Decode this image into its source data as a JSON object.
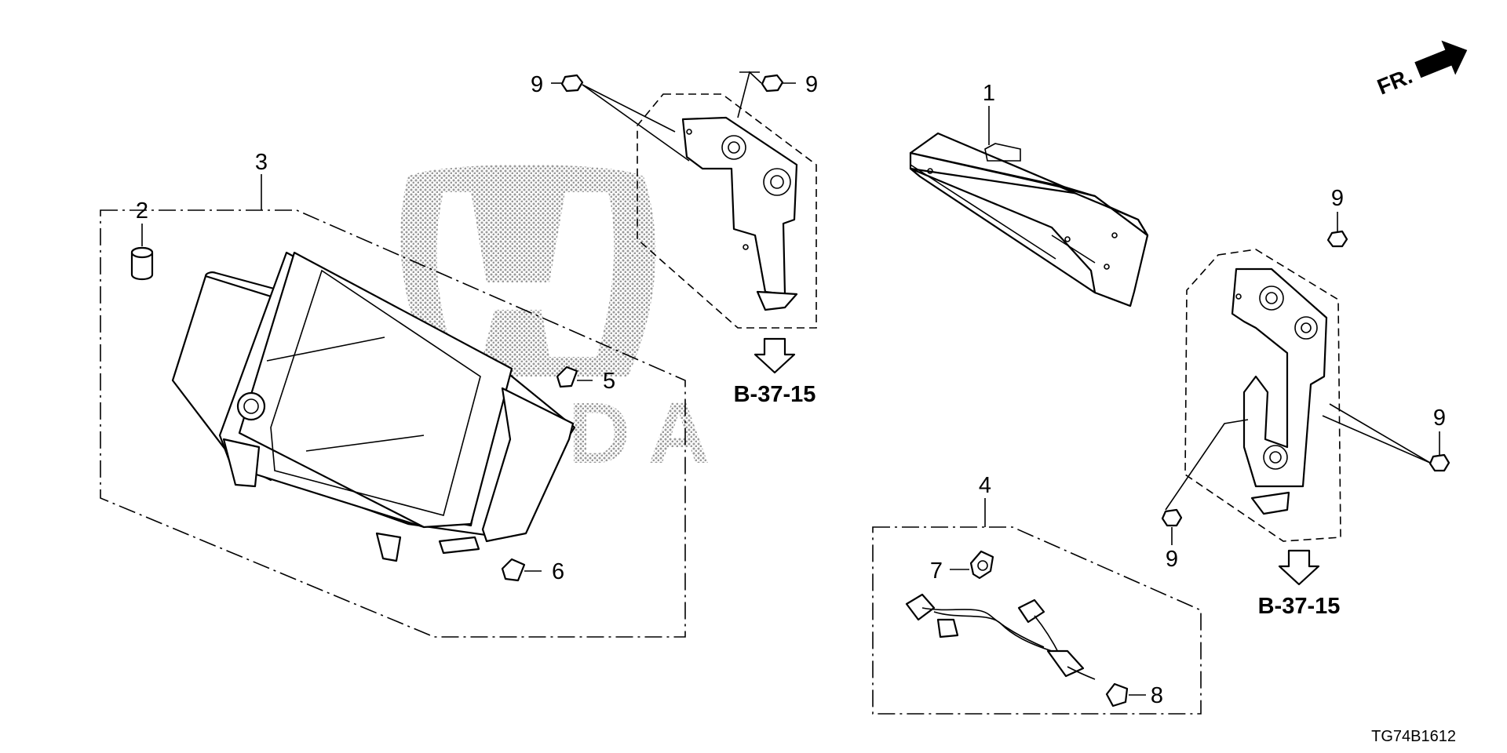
{
  "callouts": {
    "p1": "1",
    "p2": "2",
    "p3": "3",
    "p4": "4",
    "p5": "5",
    "p6": "6",
    "p7": "7",
    "p8": "8",
    "p9a": "9",
    "p9b": "9",
    "p9c": "9",
    "p9d": "9",
    "p9e": "9"
  },
  "references": {
    "left": "B-37-15",
    "right": "B-37-15"
  },
  "direction_label": "FR.",
  "diagram_code": "TG74B1612",
  "watermark": {
    "brand_text": "HONDA",
    "color": "#9a9a9a"
  },
  "icons": {
    "direction": "arrow-icon",
    "reference": "hollow-down-arrow-icon"
  }
}
